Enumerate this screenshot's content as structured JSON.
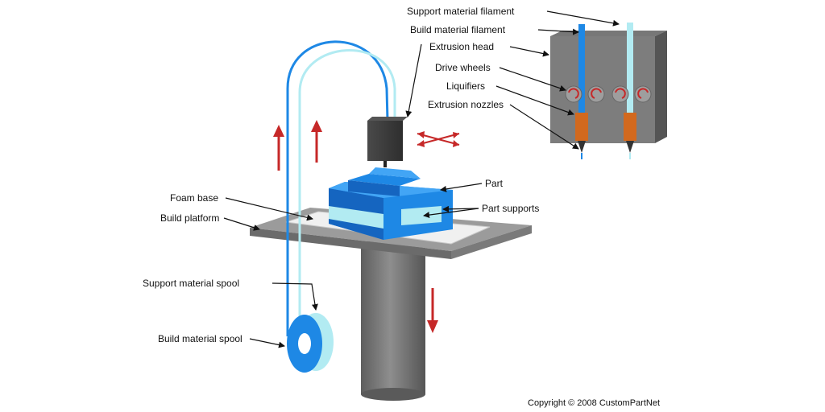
{
  "labels": {
    "support_material_filament": "Support material filament",
    "build_material_filament": "Build material filament",
    "extrusion_head": "Extrusion head",
    "drive_wheels": "Drive wheels",
    "liquifiers": "Liquifiers",
    "extrusion_nozzles": "Extrusion nozzles",
    "part": "Part",
    "part_supports": "Part supports",
    "foam_base": "Foam base",
    "build_platform": "Build platform",
    "support_material_spool": "Support material spool",
    "build_material_spool": "Build material spool"
  },
  "copyright": "Copyright © 2008 CustomPartNet",
  "colors": {
    "build_material": "#1e88e5",
    "support_material": "#b2ebf2",
    "platform": "#8c8c8c",
    "motion_arrow": "#c62828",
    "liquifier": "#d2691e"
  }
}
